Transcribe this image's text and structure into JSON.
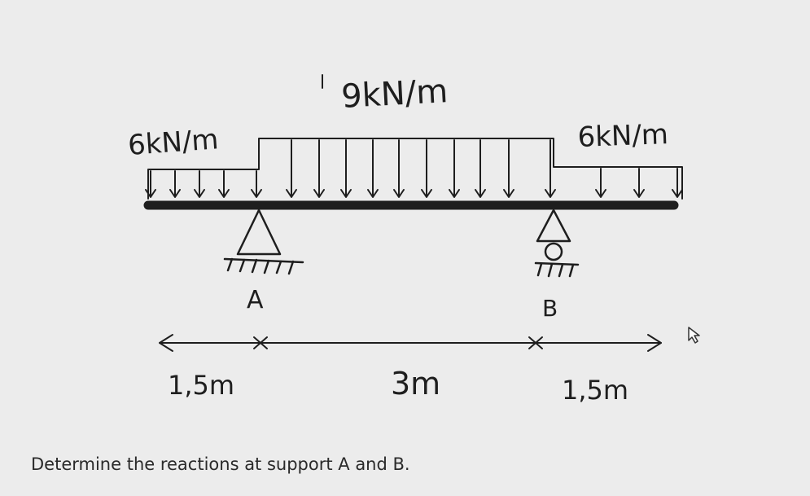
{
  "loads": {
    "left": "6kN/m",
    "middle": "9kN/m",
    "right": "6kN/m"
  },
  "supports": {
    "a": "A",
    "b": "B"
  },
  "spans": {
    "left": "1,5m",
    "middle": "3m",
    "right": "1,5m"
  },
  "question": "Determine the reactions at support A and B."
}
